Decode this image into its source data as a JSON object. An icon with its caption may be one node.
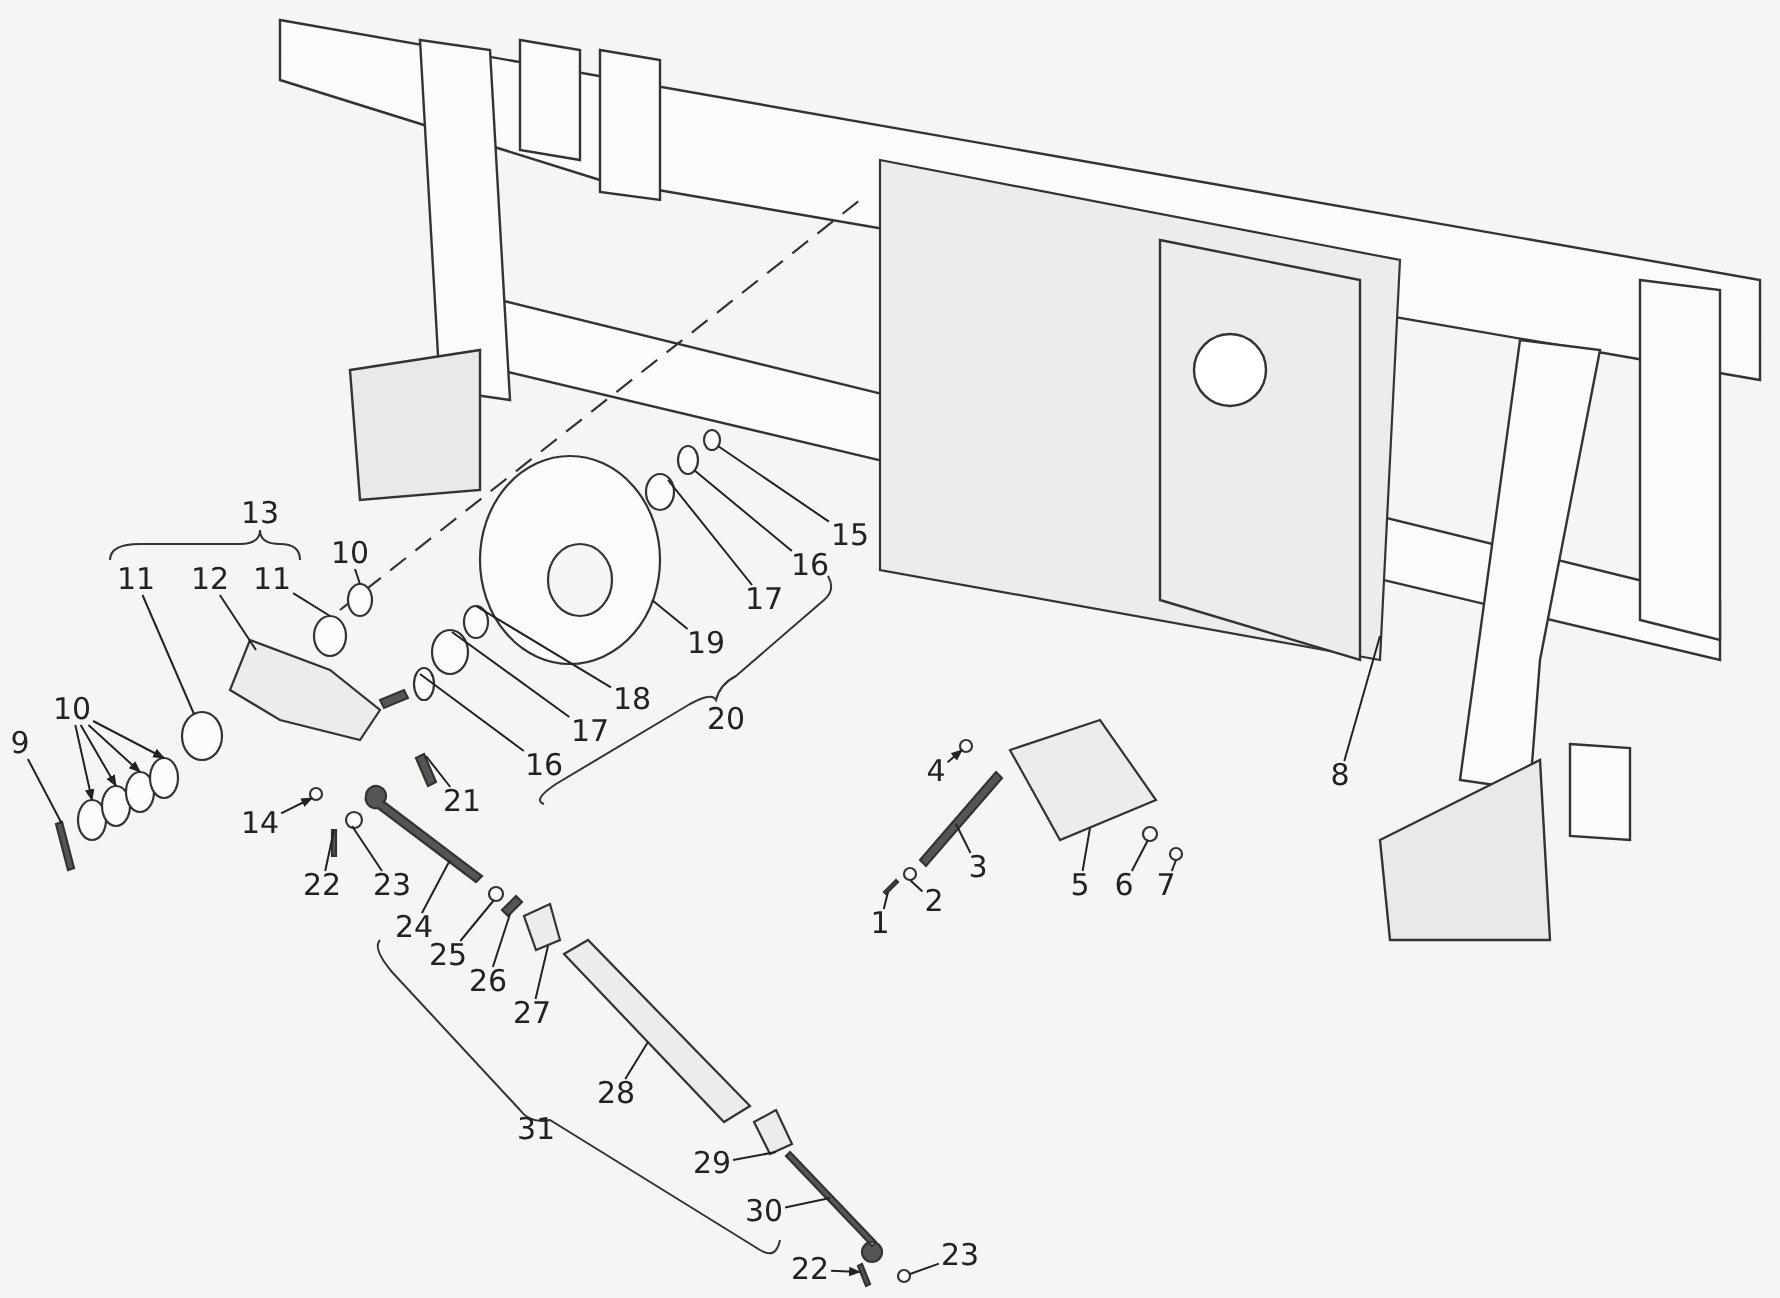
{
  "diagram": {
    "nodes": [
      {
        "text": [
          "15"
        ]
      },
      {
        "text": [
          "10"
        ]
      },
      {
        "text": [
          "16"
        ]
      },
      {
        "text": [
          "11"
        ]
      },
      {
        "text": [
          "12"
        ]
      },
      {
        "text": [
          "11"
        ]
      },
      {
        "text": [
          "17"
        ]
      },
      {
        "text": [
          "19"
        ]
      },
      {
        "text": [
          "18"
        ]
      },
      {
        "text": [
          "10"
        ]
      },
      {
        "text": [
          "17"
        ]
      },
      {
        "text": [
          "9"
        ]
      },
      {
        "text": [
          "16"
        ]
      },
      {
        "text": [
          "4"
        ]
      },
      {
        "text": [
          "8"
        ]
      },
      {
        "text": [
          "21"
        ]
      },
      {
        "text": [
          "14"
        ]
      },
      {
        "text": [
          "3"
        ]
      },
      {
        "text": [
          "22"
        ]
      },
      {
        "text": [
          "23"
        ]
      },
      {
        "text": [
          "5"
        ]
      },
      {
        "text": [
          "6"
        ]
      },
      {
        "text": [
          "7"
        ]
      },
      {
        "text": [
          "2"
        ]
      },
      {
        "text": [
          "1"
        ]
      },
      {
        "text": [
          "24"
        ]
      },
      {
        "text": [
          "25"
        ]
      },
      {
        "text": [
          "26"
        ]
      },
      {
        "text": [
          "27"
        ]
      },
      {
        "text": [
          "28"
        ]
      },
      {
        "text": [
          "29"
        ]
      },
      {
        "text": [
          "30"
        ]
      },
      {
        "text": [
          "23"
        ]
      },
      {
        "text": [
          "22"
        ]
      },
      {
        "text": [],
        "shape": "circle"
      },
      {
        "text": [],
        "shape": "circle"
      },
      {
        "text": [],
        "shape": "circle"
      },
      {
        "text": [],
        "shape": "circle"
      },
      {
        "text": [],
        "shape": "circle"
      },
      {
        "text": [],
        "shape": "bar"
      },
      {
        "text": [],
        "shape": "box"
      },
      {
        "text": [],
        "shape": "cylinder"
      },
      {
        "text": [],
        "shape": "circle"
      },
      {
        "text": [],
        "shape": "bar"
      },
      {
        "text": [],
        "shape": "circle"
      },
      {
        "text": [],
        "shape": "circle"
      },
      {
        "text": [],
        "shape": "circle"
      },
      {
        "text": [],
        "shape": "circle"
      },
      {
        "text": [],
        "shape": "circle"
      },
      {
        "text": [],
        "shape": "circle"
      },
      {
        "text": [],
        "shape": "circle"
      },
      {
        "text": [],
        "shape": "box"
      },
      {
        "text": [],
        "shape": "cylinder"
      },
      {
        "text": [],
        "shape": "circle"
      },
      {
        "text": [],
        "shape": "bar"
      },
      {
        "text": [],
        "shape": "circle"
      },
      {
        "text": [],
        "shape": "bar"
      },
      {
        "text": [],
        "shape": "bar"
      },
      {
        "text": [],
        "shape": "circle"
      },
      {
        "text": [],
        "shape": "box"
      },
      {
        "text": [],
        "shape": "box"
      },
      {
        "text": [],
        "shape": "bar"
      },
      {
        "text": [],
        "shape": "circle"
      },
      {
        "text": [],
        "shape": "bar"
      },
      {
        "text": [],
        "shape": "box"
      },
      {
        "text": [],
        "shape": "bar"
      },
      {
        "text": [],
        "shape": "circle"
      },
      {
        "text": [],
        "shape": "bar"
      },
      {
        "text": [],
        "shape": "circle"
      },
      {
        "text": [],
        "shape": "circle"
      },
      {
        "text": [],
        "shape": "box"
      }
    ],
    "edges": [
      {
        "from": 0,
        "to": 44,
        "arrow": "none"
      },
      {
        "from": 1,
        "to": 53,
        "arrow": "none"
      },
      {
        "from": 2,
        "to": 46,
        "arrow": "none"
      },
      {
        "from": 3,
        "to": 41,
        "arrow": "none"
      },
      {
        "from": 4,
        "to": 51,
        "arrow": "none"
      },
      {
        "from": 5,
        "to": 52,
        "arrow": "none"
      },
      {
        "from": 6,
        "to": 45,
        "arrow": "none"
      },
      {
        "from": 7,
        "to": 47,
        "arrow": "none"
      },
      {
        "from": 8,
        "to": 48,
        "arrow": "none"
      },
      {
        "from": 9,
        "to": 34,
        "arrow": "to"
      },
      {
        "from": 9,
        "to": 35,
        "arrow": "to"
      },
      {
        "from": 9,
        "to": 36,
        "arrow": "to"
      },
      {
        "from": 9,
        "to": 37,
        "arrow": "to"
      },
      {
        "from": 10,
        "to": 49,
        "arrow": "none"
      },
      {
        "from": 11,
        "to": 54,
        "arrow": "none"
      },
      {
        "from": 12,
        "to": 50,
        "arrow": "none"
      },
      {
        "from": 13,
        "to": 68,
        "arrow": "to"
      },
      {
        "from": 14,
        "to": 70,
        "arrow": "none"
      },
      {
        "from": 15,
        "to": 56,
        "arrow": "none"
      },
      {
        "from": 16,
        "to": 55,
        "arrow": "to"
      },
      {
        "from": 17,
        "to": 65,
        "arrow": "none"
      },
      {
        "from": 18,
        "to": 57,
        "arrow": "none"
      },
      {
        "from": 19,
        "to": 58,
        "arrow": "none"
      },
      {
        "from": 20,
        "to": 64,
        "arrow": "none"
      },
      {
        "from": 21,
        "to": 38,
        "arrow": "none"
      },
      {
        "from": 22,
        "to": 69,
        "arrow": "none"
      },
      {
        "from": 23,
        "to": 66,
        "arrow": "none"
      },
      {
        "from": 24,
        "to": 67,
        "arrow": "none"
      },
      {
        "from": 25,
        "to": 43,
        "arrow": "none"
      },
      {
        "from": 26,
        "to": 42,
        "arrow": "none"
      },
      {
        "from": 27,
        "to": 39,
        "arrow": "none"
      },
      {
        "from": 28,
        "to": 40,
        "arrow": "none"
      },
      {
        "from": 29,
        "to": 59,
        "arrow": "none"
      },
      {
        "from": 30,
        "to": 60,
        "arrow": "none"
      },
      {
        "from": 31,
        "to": 61,
        "arrow": "none"
      },
      {
        "from": 32,
        "to": 62,
        "arrow": "none"
      },
      {
        "from": 33,
        "to": 63,
        "arrow": "to"
      }
    ],
    "labels": [
      "13",
      "20",
      "31"
    ]
  }
}
